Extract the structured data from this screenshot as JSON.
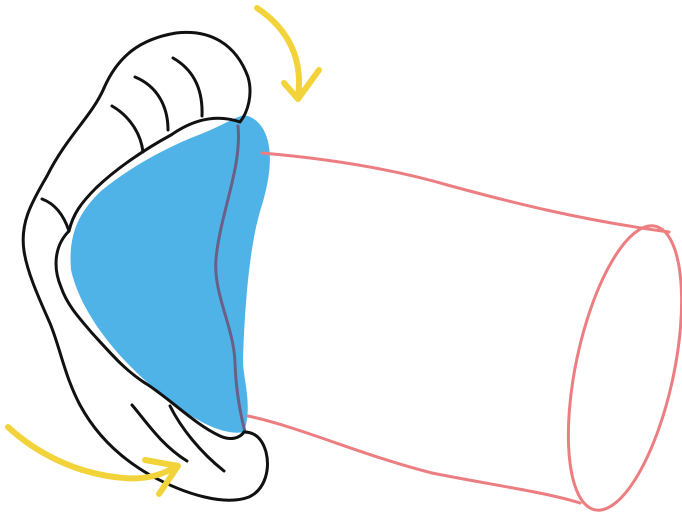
{
  "illustration": {
    "colors": {
      "background": "#ffffff",
      "cylinder_outline": "#ec7e82",
      "inner_fill": "#4fb3e8",
      "inner_edge": "#6a5f86",
      "lip_outline": "#111111",
      "arrow": "#f3d33a"
    },
    "parts": [
      "lip-outline",
      "inner-opening-fill",
      "cylinder-body",
      "curl-arrow-top",
      "curl-arrow-bottom"
    ]
  }
}
